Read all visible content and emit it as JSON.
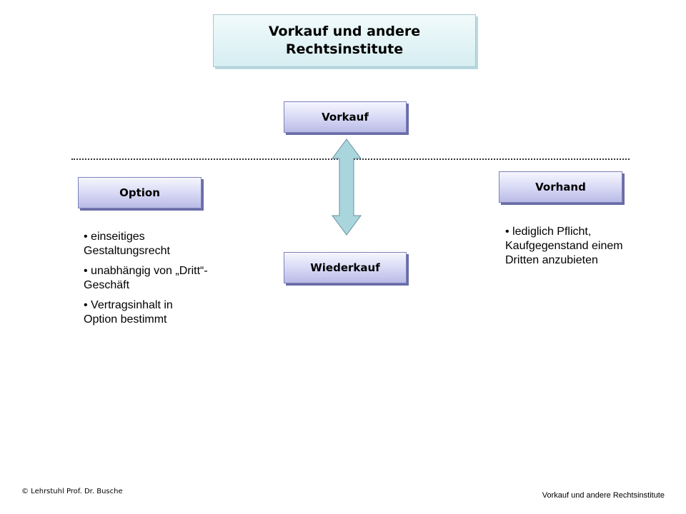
{
  "title": {
    "line1": "Vorkauf und andere",
    "line2": "Rechtsinstitute"
  },
  "nodes": {
    "vorkauf": "Vorkauf",
    "option": "Option",
    "vorhand": "Vorhand",
    "wiederkauf": "Wiederkauf"
  },
  "option_points": [
    "• einseitiges Gestaltungsrecht",
    "• unabhängig von „Dritt“-Geschäft",
    "• Vertragsinhalt in Option bestimmt"
  ],
  "vorhand_points": [
    "• lediglich Pflicht, Kaufgegenstand einem Dritten anzubieten"
  ],
  "footer": {
    "left": "© Lehrstuhl Prof. Dr. Busche",
    "right": "Vorkauf und andere Rechtsinstitute"
  },
  "colors": {
    "node_fill": "#d6d7f4",
    "node_shadow": "#6a6ca8",
    "title_fill": "#d6eef2",
    "arrow_fill": "#a9d6dc"
  }
}
